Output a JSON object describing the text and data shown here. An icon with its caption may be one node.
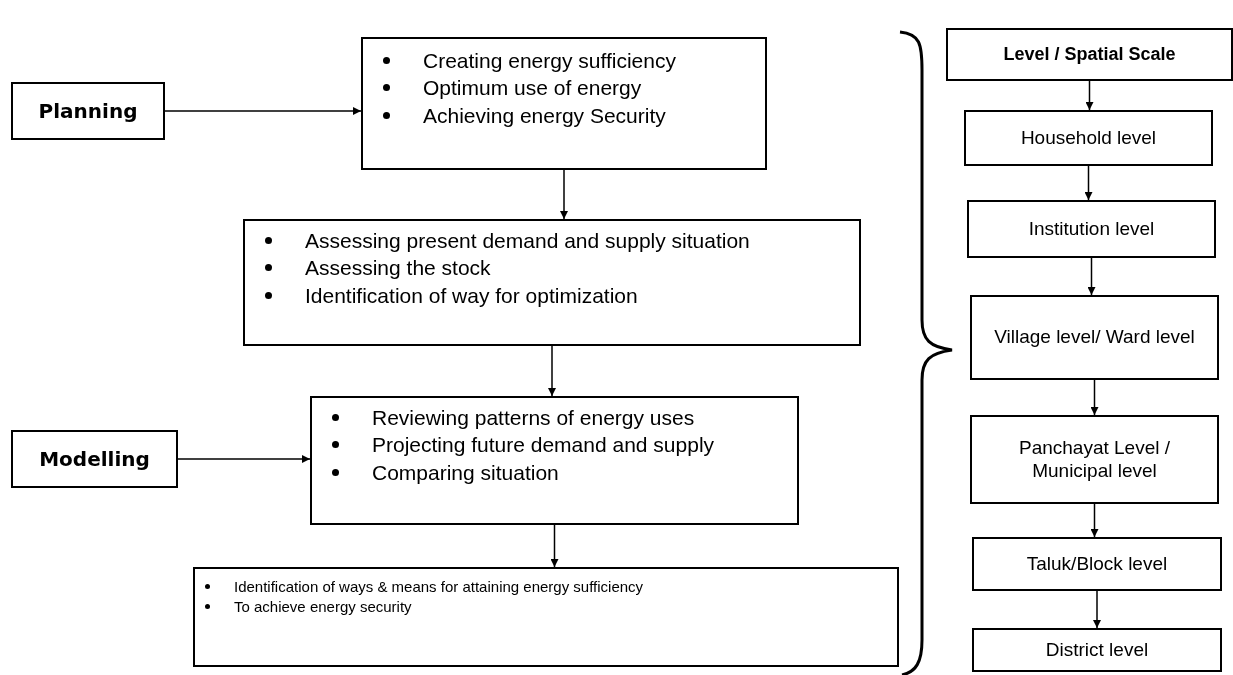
{
  "diagram": {
    "nodes": [
      {
        "text": [
          "Planning"
        ]
      },
      {
        "text": [
          "Creating energy sufficiency",
          "Optimum use of energy",
          "Achieving energy Security"
        ]
      },
      {
        "text": [
          "Assessing present demand and supply situation",
          "Assessing the stock",
          "Identification of way for optimization"
        ]
      },
      {
        "text": [
          "Modelling"
        ]
      },
      {
        "text": [
          "Reviewing patterns of energy uses",
          "Projecting future demand and supply",
          "Comparing situation"
        ]
      },
      {
        "text": [
          "Identification of ways & means for attaining energy sufficiency",
          "To achieve energy security"
        ]
      },
      {
        "text": [
          "Level / Spatial Scale"
        ]
      },
      {
        "text": [
          "Household level"
        ]
      },
      {
        "text": [
          "Institution level"
        ]
      },
      {
        "text": [
          "Village level/ Ward level"
        ]
      },
      {
        "text": [
          "Panchayat Level / Municipal level"
        ]
      },
      {
        "text": [
          "Taluk/Block level"
        ]
      },
      {
        "text": [
          "District level"
        ]
      }
    ],
    "edges": [
      {
        "from": 0,
        "to": 1,
        "arrow": "to"
      },
      {
        "from": 1,
        "to": 2,
        "arrow": "to"
      },
      {
        "from": 2,
        "to": 4,
        "arrow": "to"
      },
      {
        "from": 3,
        "to": 4,
        "arrow": "to"
      },
      {
        "from": 4,
        "to": 5,
        "arrow": "to"
      },
      {
        "from": 6,
        "to": 7,
        "arrow": "to"
      },
      {
        "from": 7,
        "to": 8,
        "arrow": "to"
      },
      {
        "from": 8,
        "to": 9,
        "arrow": "to"
      },
      {
        "from": 9,
        "to": 10,
        "arrow": "to"
      },
      {
        "from": 10,
        "to": 11,
        "arrow": "to"
      },
      {
        "from": 11,
        "to": 12,
        "arrow": "to"
      }
    ]
  }
}
